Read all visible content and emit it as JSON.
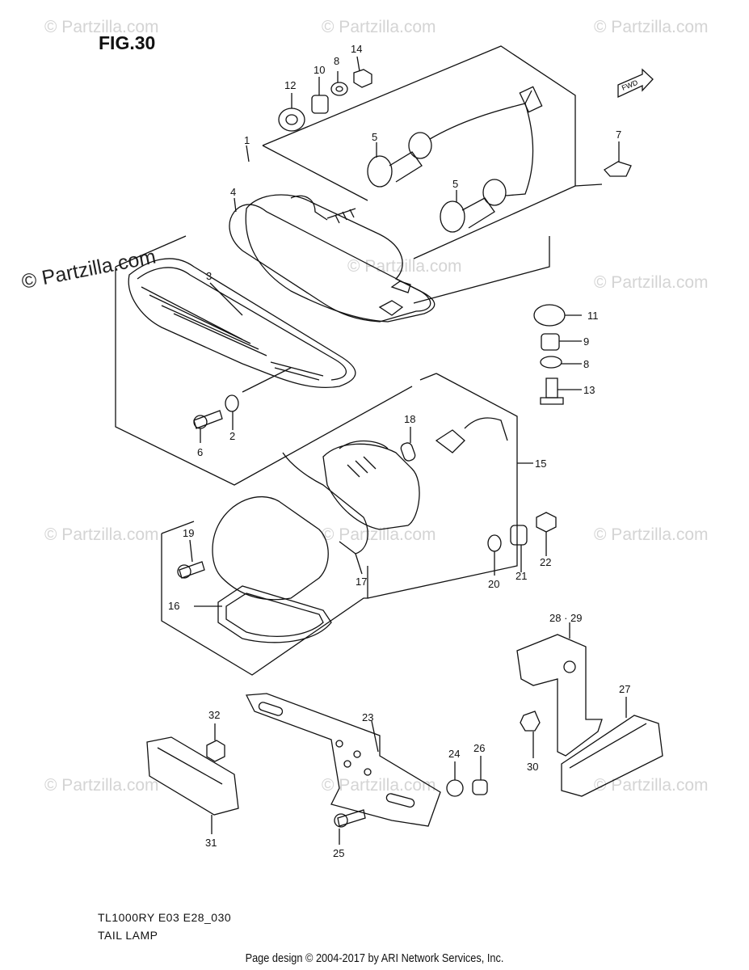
{
  "figure": {
    "title": "FIG.30",
    "model_code": "TL1000RY E03 E28_030",
    "subtitle": "TAIL LAMP",
    "copyright": "Page design © 2004-2017 by ARI Network Services, Inc."
  },
  "watermark": {
    "text": "© Partzilla.com",
    "main_text": "© Partzilla.com"
  },
  "fwd_label": "FWD",
  "callouts": {
    "c1": "1",
    "c2": "2",
    "c3": "3",
    "c4": "4",
    "c5a": "5",
    "c5b": "5",
    "c6": "6",
    "c7": "7",
    "c8a": "8",
    "c8b": "8",
    "c9": "9",
    "c10": "10",
    "c11": "11",
    "c12": "12",
    "c13": "13",
    "c14": "14",
    "c15": "15",
    "c16": "16",
    "c17": "17",
    "c18": "18",
    "c19": "19",
    "c20": "20",
    "c21": "21",
    "c22": "22",
    "c23": "23",
    "c24": "24",
    "c25": "25",
    "c26": "26",
    "c27": "27",
    "c28": "28 · 29",
    "c30": "30",
    "c31": "31",
    "c32": "32"
  },
  "colors": {
    "line": "#111111",
    "watermark": "#d4d4d4",
    "background": "#ffffff"
  }
}
